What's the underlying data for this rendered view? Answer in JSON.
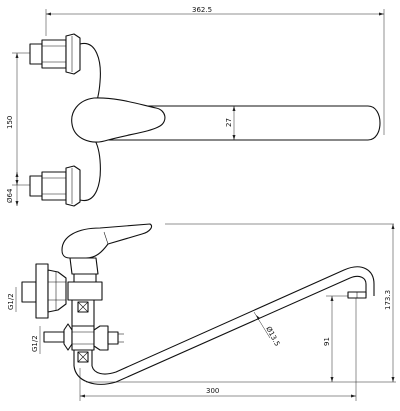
{
  "dimensions": {
    "top_width": "362.5",
    "top_height": "150",
    "top_thickness": "27",
    "top_diameter": "Ø64",
    "front_thread_upper": "G1/2",
    "front_thread_lower": "G1/2",
    "front_spout_dia": "Ø13.5",
    "front_inner_height": "91",
    "front_total_height": "173.3",
    "front_reach": "300"
  }
}
